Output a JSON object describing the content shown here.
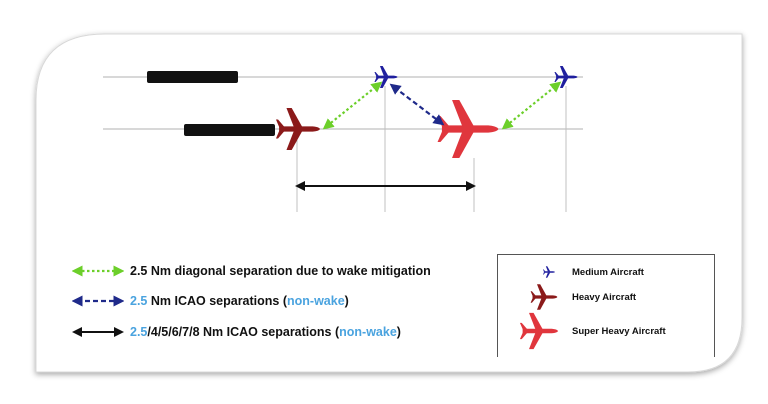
{
  "colors": {
    "medium": "#1f1f9e",
    "heavy": "#8b1a1a",
    "super_heavy": "#e0363d",
    "wake_arrow": "#6ccf2a",
    "icao_arrow": "#1f2a8a",
    "highlight": "#4aa3df",
    "runway_bar": "#111111",
    "line": "#b0b0b0"
  },
  "legend": {
    "diagonal": {
      "a": "2.5 Nm diagonal separation due to wake mitigation"
    },
    "icao": {
      "a": "2.5",
      "b": " Nm ICAO separations (",
      "c": "non-wake",
      "d": ")"
    },
    "range": {
      "a": "2.5",
      "b": "/4/5/6/7/8 Nm ICAO separations (",
      "c": "non-wake",
      "d": ")"
    }
  },
  "key": {
    "medium": "Medium Aircraft",
    "heavy": "Heavy Aircraft",
    "super_heavy": "Super Heavy Aircraft"
  }
}
